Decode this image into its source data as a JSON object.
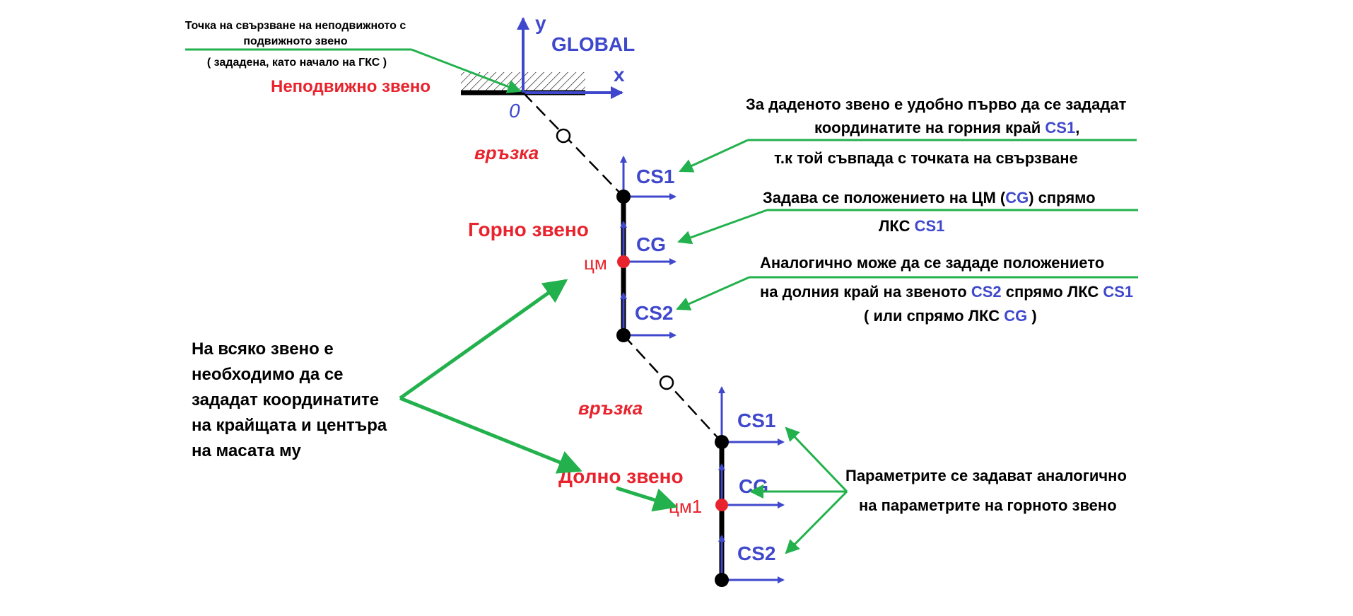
{
  "colors": {
    "link_red": "#e8232d",
    "axis_blue": "#3f48cc",
    "leader_green": "#22b14c",
    "body_black": "#000000"
  },
  "global": {
    "y_label": "y",
    "x_label": "x",
    "title": "GLOBAL",
    "origin_label": "0"
  },
  "fixed_link_label": "Неподвижно звено",
  "connection_note": {
    "line1": "Точка на свързване на неподвижното с",
    "line2": "подвижното звено",
    "line3": "( зададена, като начало на ГКС )"
  },
  "joint_labels": [
    "връзка",
    "връзка"
  ],
  "upper_link": {
    "name": "Горно звено",
    "cm_label": "цм",
    "frames": [
      "CS1",
      "CG",
      "CS2"
    ]
  },
  "lower_link": {
    "name": "Долно звено",
    "cm_label": "цм1",
    "frames": [
      "CS1",
      "CG",
      "CS2"
    ]
  },
  "note_cs1": {
    "line1": "За даденото звено е удобно първо да се зададат",
    "line2_text": "координатите на горния край ",
    "line2_hl": "CS1",
    "line2_tail": ",",
    "line3": "т.к той съвпада с точката на свързване"
  },
  "note_cg": {
    "line1_text": "Задава се положението на ЦМ (",
    "line1_hl": "CG",
    "line1_tail": ") спрямо",
    "line2_text": "ЛКС ",
    "line2_hl": "CS1"
  },
  "note_cs2": {
    "line1": "Аналогично може да се зададе положението",
    "line2_text": "на долния край на звеното ",
    "line2_hl1": "CS2",
    "line2_mid": " спрямо ЛКС ",
    "line2_hl2": "CS1",
    "line3_text": "( или спрямо ЛКС ",
    "line3_hl": "CG",
    "line3_tail": " )"
  },
  "note_every_link": {
    "lines": [
      "На всяко звено е",
      "необходимо да се",
      "зададат координатите",
      "на крайщата и центъра",
      "на масата му"
    ]
  },
  "note_lower": {
    "line1": "Параметрите се задават аналогично",
    "line2": "на параметрите на горното звено"
  }
}
